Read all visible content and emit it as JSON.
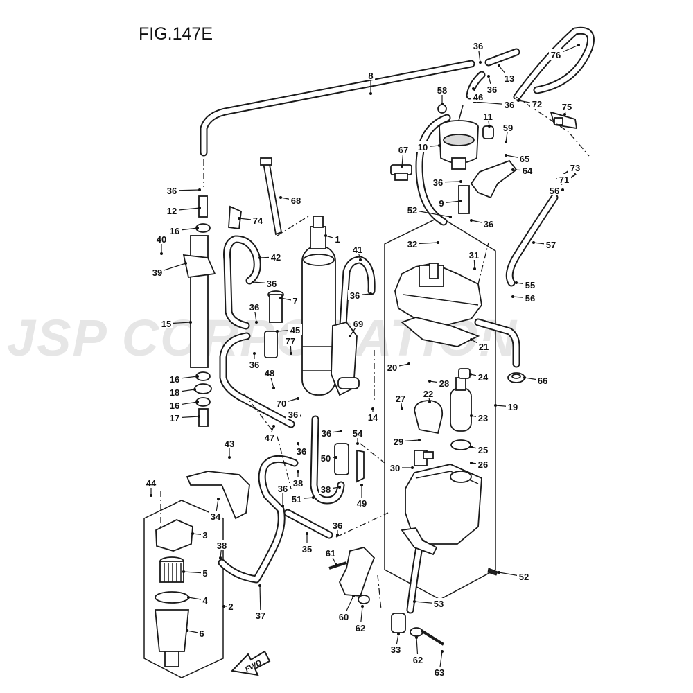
{
  "figure": {
    "title": "FIG.147E"
  },
  "watermark": "JSP CORPORATION",
  "fwd_label": "FWD",
  "callouts": [
    {
      "id": "c36a",
      "num": "36"
    },
    {
      "id": "c13",
      "num": "13"
    },
    {
      "id": "c46",
      "num": "46"
    },
    {
      "id": "c36b",
      "num": "36"
    },
    {
      "id": "c36c",
      "num": "36"
    },
    {
      "id": "c76",
      "num": "76"
    },
    {
      "id": "c72",
      "num": "72"
    },
    {
      "id": "c75",
      "num": "75"
    },
    {
      "id": "c8",
      "num": "8"
    },
    {
      "id": "c58",
      "num": "58"
    },
    {
      "id": "c11",
      "num": "11"
    },
    {
      "id": "c59",
      "num": "59"
    },
    {
      "id": "c10",
      "num": "10"
    },
    {
      "id": "c65",
      "num": "65"
    },
    {
      "id": "c67",
      "num": "67"
    },
    {
      "id": "c64",
      "num": "64"
    },
    {
      "id": "c73",
      "num": "73"
    },
    {
      "id": "c71",
      "num": "71"
    },
    {
      "id": "c56a",
      "num": "56"
    },
    {
      "id": "c36d",
      "num": "36"
    },
    {
      "id": "c9",
      "num": "9"
    },
    {
      "id": "c52a",
      "num": "52"
    },
    {
      "id": "c36e",
      "num": "36"
    },
    {
      "id": "c57",
      "num": "57"
    },
    {
      "id": "c36f",
      "num": "36"
    },
    {
      "id": "c68",
      "num": "68"
    },
    {
      "id": "c12",
      "num": "12"
    },
    {
      "id": "c74",
      "num": "74"
    },
    {
      "id": "c16a",
      "num": "16"
    },
    {
      "id": "c1",
      "num": "1"
    },
    {
      "id": "c40",
      "num": "40"
    },
    {
      "id": "c42",
      "num": "42"
    },
    {
      "id": "c41",
      "num": "41"
    },
    {
      "id": "c32",
      "num": "32"
    },
    {
      "id": "c31",
      "num": "31"
    },
    {
      "id": "c39",
      "num": "39"
    },
    {
      "id": "c36g",
      "num": "36"
    },
    {
      "id": "c55",
      "num": "55"
    },
    {
      "id": "c56b",
      "num": "56"
    },
    {
      "id": "c7",
      "num": "7"
    },
    {
      "id": "c36h",
      "num": "36"
    },
    {
      "id": "c36i",
      "num": "36"
    },
    {
      "id": "c15",
      "num": "15"
    },
    {
      "id": "c45",
      "num": "45"
    },
    {
      "id": "c69",
      "num": "69"
    },
    {
      "id": "c77",
      "num": "77"
    },
    {
      "id": "c21",
      "num": "21"
    },
    {
      "id": "c36j",
      "num": "36"
    },
    {
      "id": "c20",
      "num": "20"
    },
    {
      "id": "c24",
      "num": "24"
    },
    {
      "id": "c66",
      "num": "66"
    },
    {
      "id": "c16b",
      "num": "16"
    },
    {
      "id": "c48",
      "num": "48"
    },
    {
      "id": "c28",
      "num": "28"
    },
    {
      "id": "c18",
      "num": "18"
    },
    {
      "id": "c22",
      "num": "22"
    },
    {
      "id": "c16c",
      "num": "16"
    },
    {
      "id": "c70",
      "num": "70"
    },
    {
      "id": "c27",
      "num": "27"
    },
    {
      "id": "c19",
      "num": "19"
    },
    {
      "id": "c17",
      "num": "17"
    },
    {
      "id": "c36k",
      "num": "36"
    },
    {
      "id": "c14",
      "num": "14"
    },
    {
      "id": "c23",
      "num": "23"
    },
    {
      "id": "c47",
      "num": "47"
    },
    {
      "id": "c36l",
      "num": "36"
    },
    {
      "id": "c54",
      "num": "54"
    },
    {
      "id": "c43",
      "num": "43"
    },
    {
      "id": "c29",
      "num": "29"
    },
    {
      "id": "c25",
      "num": "25"
    },
    {
      "id": "c50",
      "num": "50"
    },
    {
      "id": "c36m",
      "num": "36"
    },
    {
      "id": "c26",
      "num": "26"
    },
    {
      "id": "c30",
      "num": "30"
    },
    {
      "id": "c38a",
      "num": "38"
    },
    {
      "id": "c44",
      "num": "44"
    },
    {
      "id": "c49",
      "num": "49"
    },
    {
      "id": "c36n",
      "num": "36"
    },
    {
      "id": "c38b",
      "num": "38"
    },
    {
      "id": "c51",
      "num": "51"
    },
    {
      "id": "c34",
      "num": "34"
    },
    {
      "id": "c3",
      "num": "3"
    },
    {
      "id": "c36o",
      "num": "36"
    },
    {
      "id": "c35",
      "num": "35"
    },
    {
      "id": "c38c",
      "num": "38"
    },
    {
      "id": "c61",
      "num": "61"
    },
    {
      "id": "c5",
      "num": "5"
    },
    {
      "id": "c52b",
      "num": "52"
    },
    {
      "id": "c4",
      "num": "4"
    },
    {
      "id": "c2",
      "num": "2"
    },
    {
      "id": "c53",
      "num": "53"
    },
    {
      "id": "c37",
      "num": "37"
    },
    {
      "id": "c60",
      "num": "60"
    },
    {
      "id": "c62a",
      "num": "62"
    },
    {
      "id": "c6",
      "num": "6"
    },
    {
      "id": "c33",
      "num": "33"
    },
    {
      "id": "c62b",
      "num": "62"
    },
    {
      "id": "c63",
      "num": "63"
    }
  ]
}
